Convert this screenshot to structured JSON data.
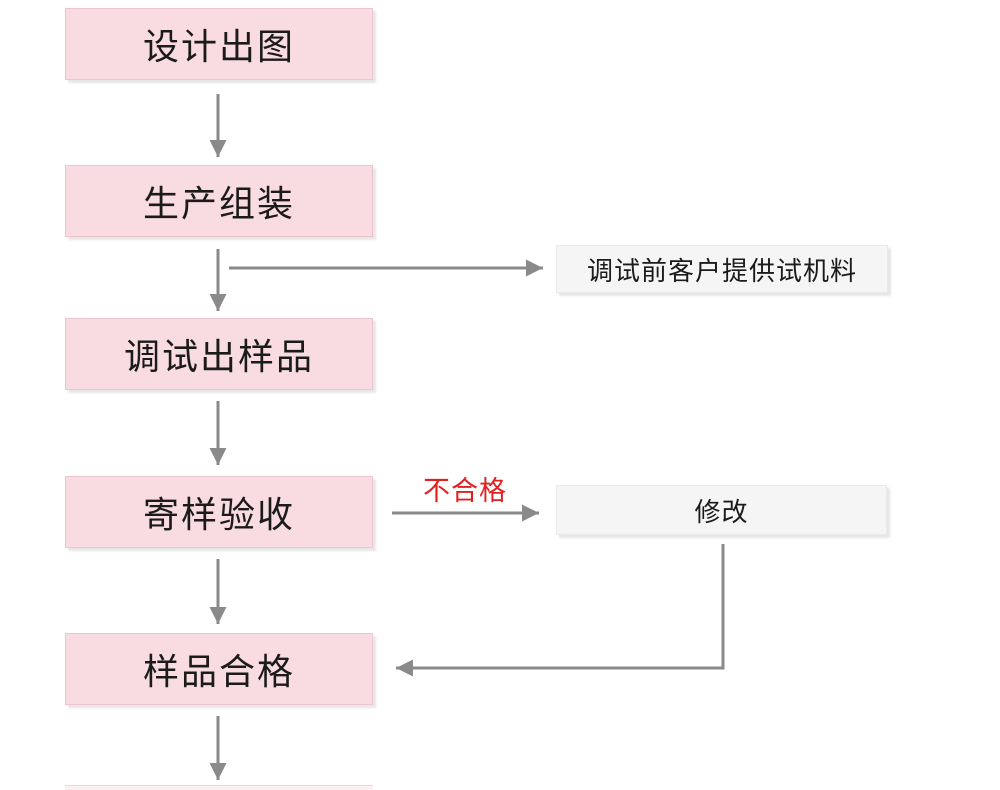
{
  "diagram": {
    "type": "flowchart",
    "nodes": {
      "design": {
        "label": "设计出图"
      },
      "assembly": {
        "label": "生产组装"
      },
      "debug_sample": {
        "label": "调试出样品"
      },
      "send_sample": {
        "label": "寄样验收"
      },
      "sample_pass": {
        "label": "样品合格"
      },
      "materials_note": {
        "label": "调试前客户提供试机料"
      },
      "modify": {
        "label": "修改"
      }
    },
    "edge_labels": {
      "fail": "不合格"
    },
    "colors": {
      "main_node_fill": "#f9dbe2",
      "main_node_border": "#eec4cf",
      "side_node_fill": "#f5f5f5",
      "side_node_border": "#eaeaea",
      "arrow": "#8a8a8a",
      "fail_label": "#e02121",
      "text": "#1b1b1b",
      "background": "#ffffff"
    }
  }
}
